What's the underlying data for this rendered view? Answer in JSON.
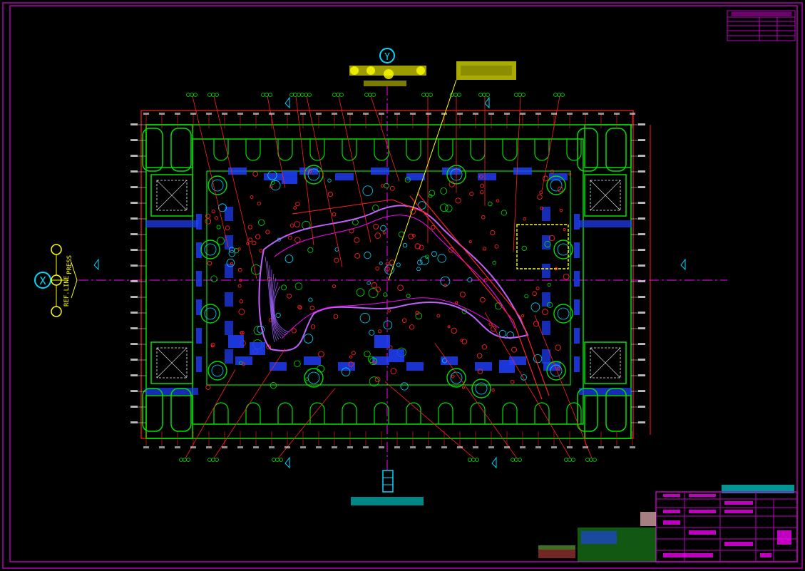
{
  "drawing": {
    "background": "#000000",
    "colors": {
      "frame": "#b000b0",
      "green": "#00e000",
      "red": "#ff2020",
      "blue": "#2040ff",
      "cyan": "#00d8ff",
      "yellow": "#ffff00",
      "magenta": "#ff00ff",
      "white": "#f0f0f0"
    }
  },
  "left_marker": {
    "x_symbol": "X",
    "ref_line": "REF.LINE",
    "press": "PRESS"
  },
  "top_marker": {
    "y_symbol": "Y"
  }
}
